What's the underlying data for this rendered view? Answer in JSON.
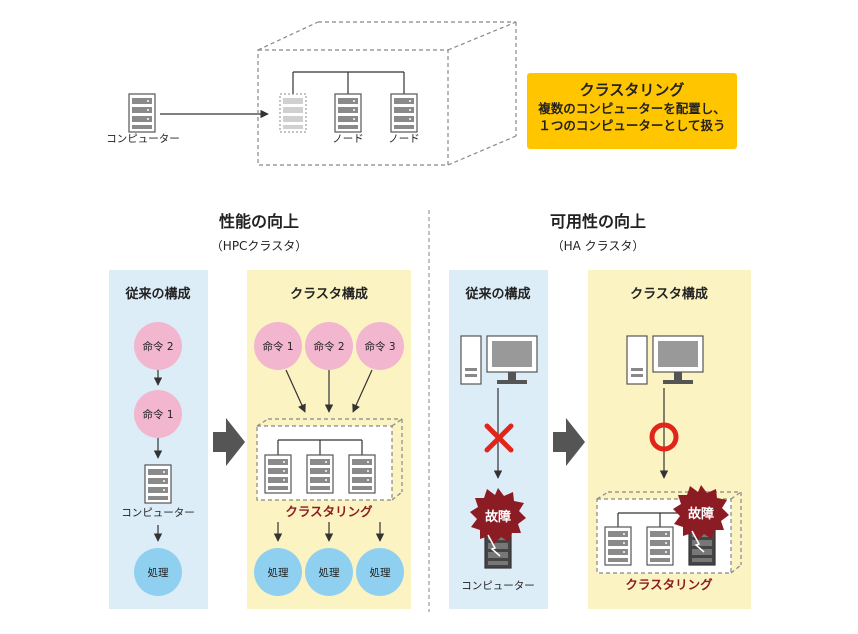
{
  "top": {
    "computer_label": "コンピューター",
    "node_label_1": "ノード",
    "node_label_2": "ノード",
    "callout_title": "クラスタリング",
    "callout_line1": "複数のコンピューターを配置し、",
    "callout_line2": "１つのコンピューターとして扱う"
  },
  "hpc": {
    "title": "性能の向上",
    "subtitle": "（HPCクラスタ）",
    "traditional": {
      "heading": "従来の構成",
      "cmd_top": "命令 2",
      "cmd_bottom": "命令 1",
      "computer_label": "コンピューター",
      "process_label": "処理"
    },
    "cluster": {
      "heading": "クラスタ構成",
      "cmds": [
        "命令 1",
        "命令 2",
        "命令 3"
      ],
      "cluster_label": "クラスタリング",
      "processes": [
        "処理",
        "処理",
        "処理"
      ]
    }
  },
  "ha": {
    "title": "可用性の向上",
    "subtitle": "（HA クラスタ）",
    "traditional": {
      "heading": "従来の構成",
      "failure_label": "故障",
      "computer_label": "コンピューター"
    },
    "cluster": {
      "heading": "クラスタ構成",
      "failure_label": "故障",
      "cluster_label": "クラスタリング"
    }
  },
  "colors": {
    "blue_panel": "#dcedf8",
    "yellow_panel": "#fbf3c2",
    "pink_bubble": "#f2b6cf",
    "blue_bubble": "#8fd0f0",
    "callout": "#ffc600",
    "failure_badge": "#8c1c24",
    "cluster_text": "#8c1c24",
    "x_mark": "#e1251b",
    "o_mark": "#e1251b"
  }
}
